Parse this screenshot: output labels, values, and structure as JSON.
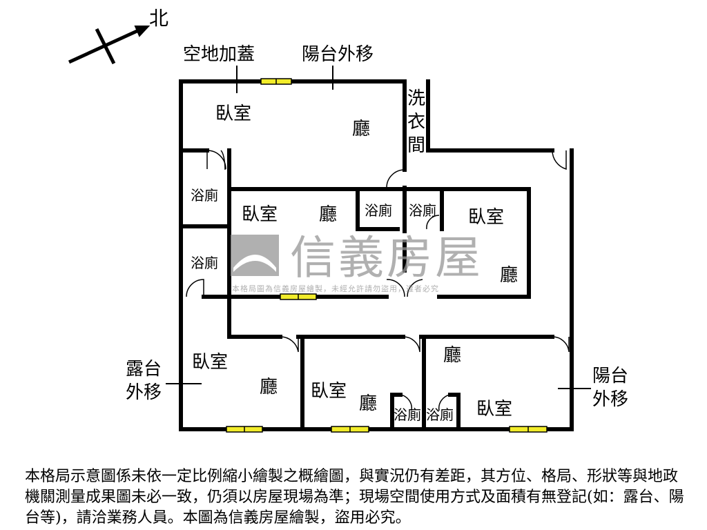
{
  "compass": {
    "north_label": "北",
    "icon": "north-arrow-icon"
  },
  "annotations": {
    "top_left": "空地加蓋",
    "top_right": "陽台外移",
    "left": "露台外移",
    "right": "陽台外移"
  },
  "rooms": {
    "bedroom": "臥室",
    "living": "廳",
    "bathroom": "浴廁",
    "laundry": "洗衣間"
  },
  "watermark": {
    "brand": "信義房屋",
    "notice": "本格局圖為信義房屋繪製，未經允許請勿盜用，違者必究"
  },
  "disclaimer": "本格局示意圖係未依一定比例縮小繪製之概繪圖，與實況仍有差距，其方位、格局、形狀等與地政機關測量成果圖未必一致，仍須以房屋現場為準；現場空間使用方式及面積有無登記(如：露台、陽台等)，請洽業務人員。本圖為信義房屋繪製，盜用必究。",
  "colors": {
    "wall": "#000000",
    "window": "#f2ec2a",
    "watermark": "#969696"
  }
}
